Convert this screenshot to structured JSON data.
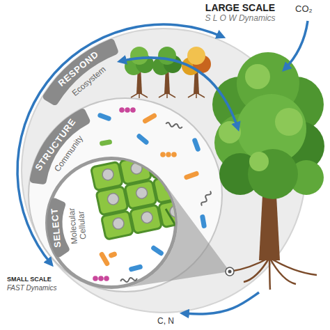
{
  "diagram": {
    "nodes": [
      {
        "text": [
          "RESPOND",
          "Ecosystem"
        ]
      },
      {
        "text": [
          "STRUCTURE",
          "Community"
        ],
        "in": 0
      },
      {
        "text": [
          "SELECT",
          "Molecular Cellular"
        ],
        "in": 1
      }
    ],
    "labels": [
      "LARGE SCALE",
      "S L O W Dynamics",
      "CO₂",
      "SMALL SCALE",
      "FAST Dynamics",
      "C, N"
    ]
  }
}
